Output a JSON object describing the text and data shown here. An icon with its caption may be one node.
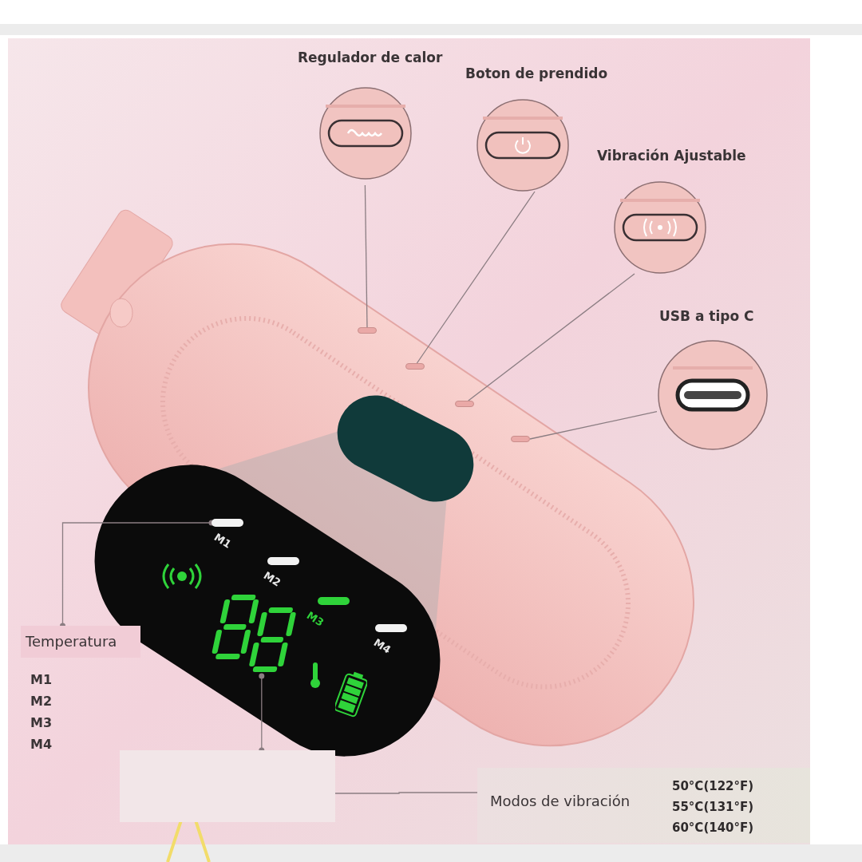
{
  "diagram": {
    "nodes": [
      {
        "text": [
          "Regulador de calor"
        ]
      },
      {
        "text": [
          "Boton de prendido"
        ]
      },
      {
        "text": [
          "Vibración Ajustable"
        ]
      },
      {
        "text": [
          "USB a tipo C"
        ]
      },
      {
        "text": [],
        "shape": "button"
      },
      {
        "text": [],
        "shape": "button"
      },
      {
        "text": [],
        "shape": "button"
      },
      {
        "text": [],
        "shape": "button"
      },
      {
        "text": [
          "Temperatura"
        ]
      },
      {
        "text": [],
        "shape": "bar"
      },
      {
        "text": [],
        "shape": "display"
      },
      {
        "text": [],
        "shape": "box"
      },
      {
        "text": [
          "Modos de vibración",
          "50°C(122°F) 55°C(131°F) 60°C(140°F)"
        ]
      },
      {
        "text": [],
        "shape": "bar"
      },
      {
        "text": [],
        "shape": "bar"
      },
      {
        "text": [],
        "shape": "bar"
      }
    ],
    "edges": [
      {
        "from": 0,
        "to": 4,
        "arrow": "none"
      },
      {
        "from": 1,
        "to": 5,
        "arrow": "none"
      },
      {
        "from": 2,
        "to": 6,
        "arrow": "none"
      },
      {
        "from": 3,
        "to": 7,
        "arrow": "none"
      },
      {
        "from": 8,
        "to": 9,
        "arrow": "other"
      },
      {
        "from": 10,
        "to": 11,
        "arrow": "other"
      },
      {
        "from": 11,
        "to": 12,
        "arrow": "none"
      }
    ],
    "labels": [
      "M1",
      "M2",
      "M3",
      "M4",
      "M1",
      "M2",
      "M3",
      "M4"
    ]
  }
}
